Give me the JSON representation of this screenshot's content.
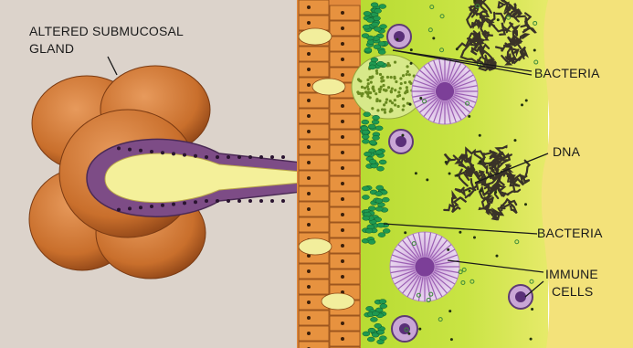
{
  "labels": {
    "gland_line1": "ALTERED SUBMUCOSAL",
    "gland_line2": "GLAND",
    "bacteria_top": "BACTERIA",
    "dna": "DNA",
    "bacteria_bottom": "BACTERIA",
    "immune_line1": "IMMUNE",
    "immune_line2": "CELLS"
  },
  "colors": {
    "background": "#dcd3cb",
    "gland": "#c96f2c",
    "gland_dark": "#8c4316",
    "duct_cells": "#7d4c86",
    "lumen": "#f4f09a",
    "epithelium": "#e28a3c",
    "mucus": "#c7e23a",
    "mucus_right": "#f3e27a",
    "bacteria": "#2aa55a",
    "immune_cell": "#c9a6d6",
    "dna": "#3a3328"
  }
}
